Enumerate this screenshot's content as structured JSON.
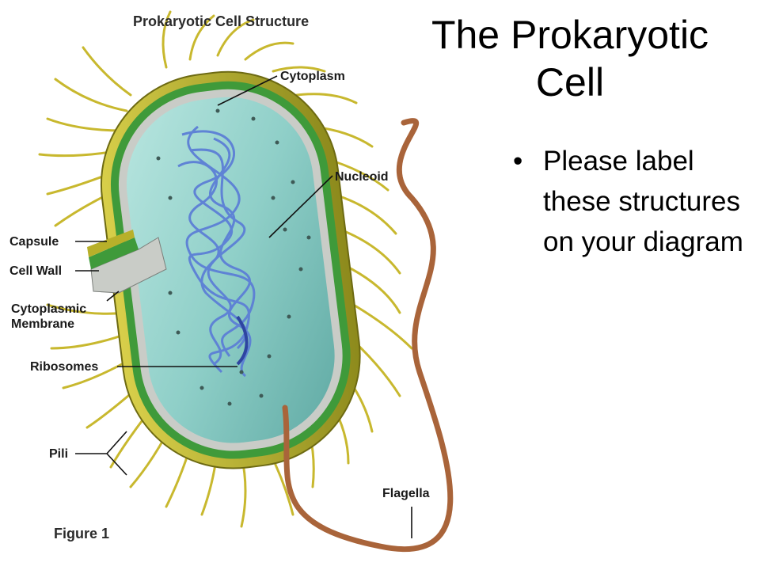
{
  "slide": {
    "title": "The Prokaryotic Cell",
    "bullets": [
      "Please label these structures on your diagram"
    ]
  },
  "diagram": {
    "heading": "Prokaryotic Cell Structure",
    "figure_caption": "Figure 1",
    "labels": {
      "cytoplasm": "Cytoplasm",
      "nucleoid": "Nucleoid",
      "capsule": "Capsule",
      "cell_wall": "Cell Wall",
      "cytoplasmic_membrane_line1": "Cytoplasmic",
      "cytoplasmic_membrane_line2": "Membrane",
      "ribosomes": "Ribosomes",
      "pili": "Pili",
      "flagella": "Flagella"
    },
    "colors": {
      "capsule": "#b8b02a",
      "cell_wall": "#3f9a3a",
      "membrane": "#c9ccc7",
      "cytoplasm": "#8fcfc8",
      "nucleoid": "#5c7fd6",
      "pili": "#c8b82e",
      "flagella": "#a9643a"
    }
  }
}
